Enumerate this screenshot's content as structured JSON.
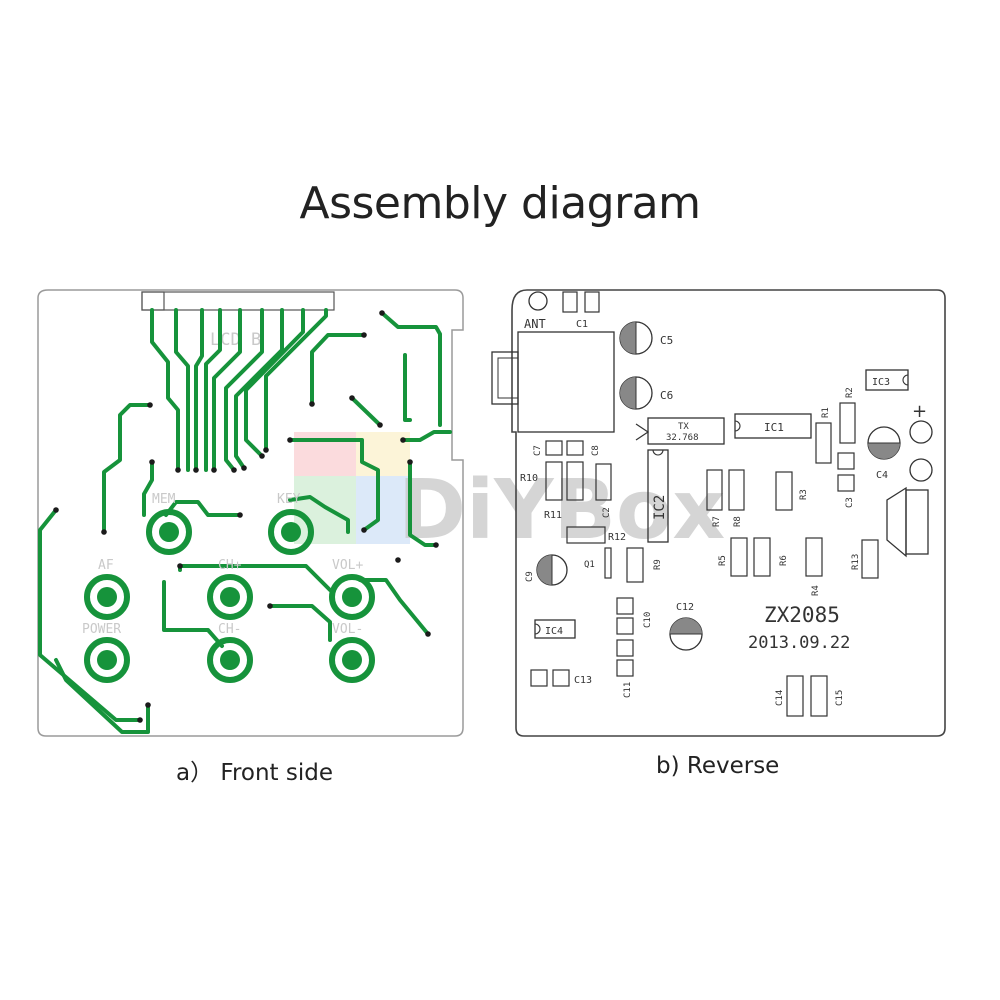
{
  "title": "Assembly diagram",
  "captions": {
    "front": "a） Front side",
    "reverse": "b) Reverse"
  },
  "watermark": "DiYBox",
  "colors": {
    "trace": "#16933b",
    "outline": "#555555",
    "silk": "#333333",
    "ghost": "#c9c9c9"
  },
  "front_labels": {
    "lcd": "LCD  B",
    "mem": "MEM",
    "key": "KEY",
    "af": "AF",
    "ch_plus": "CH+",
    "vol_plus": "VOL+",
    "power": "POWER",
    "ch_minus": "CH-",
    "vol_minus": "VOL-"
  },
  "reverse_labels": {
    "ant": "ANT",
    "c1": "C1",
    "c2": "C2",
    "c3": "C3",
    "c4": "C4",
    "c5": "C5",
    "c6": "C6",
    "c7": "C7",
    "c8": "C8",
    "c9": "C9",
    "c10": "C10",
    "c11": "C11",
    "c12": "C12",
    "c13": "C13",
    "c14": "C14",
    "c15": "C15",
    "r1": "R1",
    "r2": "R2",
    "r3": "R3",
    "r4": "R4",
    "r5": "R5",
    "r6": "R6",
    "r7": "R7",
    "r8": "R8",
    "r9": "R9",
    "r10": "R10",
    "r11": "R11",
    "r12": "R12",
    "r13": "R13",
    "ic1": "IC1",
    "ic2": "IC2",
    "ic3": "IC3",
    "ic4": "IC4",
    "q1": "Q1",
    "tx": "TX",
    "tx_freq": "32.768",
    "plus": "+",
    "model": "ZX2085",
    "date": "2013.09.22"
  }
}
